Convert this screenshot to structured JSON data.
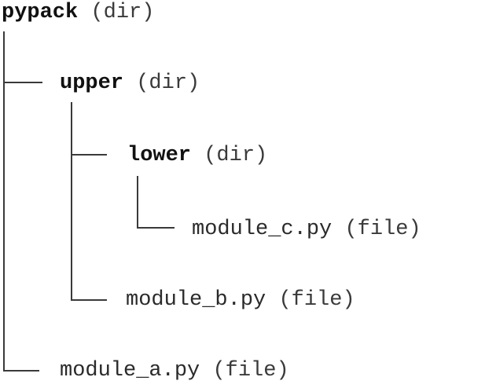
{
  "tree": {
    "root": {
      "name": "pypack",
      "kind": "(dir)"
    },
    "upper": {
      "name": "upper",
      "kind": "(dir)"
    },
    "lower": {
      "name": "lower",
      "kind": "(dir)"
    },
    "module_c": {
      "name": "module_c.py",
      "kind": "(file)"
    },
    "module_b": {
      "name": "module_b.py",
      "kind": "(file)"
    },
    "module_a": {
      "name": "module_a.py",
      "kind": "(file)"
    }
  }
}
